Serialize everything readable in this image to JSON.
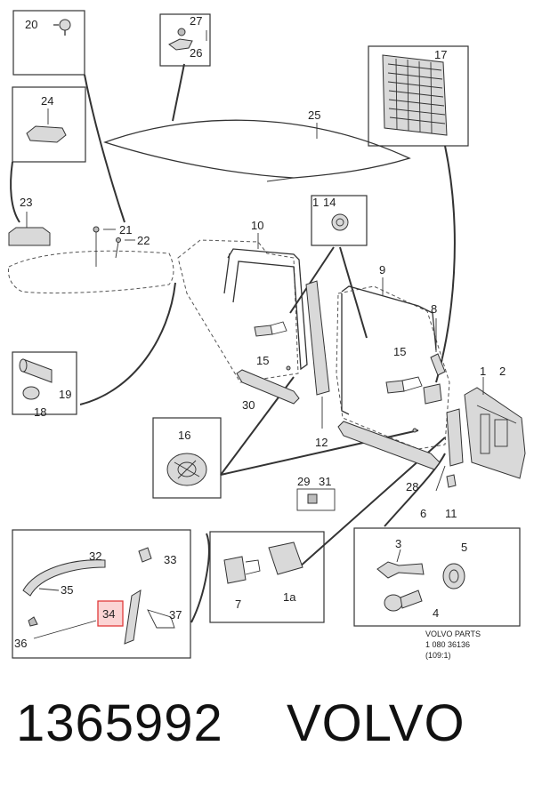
{
  "callouts": {
    "c1": "1",
    "c2": "2",
    "c3": "3",
    "c4": "4",
    "c5": "5",
    "c6": "6",
    "c7": "7",
    "c8": "8",
    "c9": "9",
    "c10": "10",
    "c11": "11",
    "c12": "12",
    "c14": "14",
    "c15a": "15",
    "c15b": "15",
    "c16": "16",
    "c17": "17",
    "c18": "18",
    "c19": "19",
    "c20": "20",
    "c21": "21",
    "c22": "22",
    "c23": "23",
    "c24": "24",
    "c25": "25",
    "c26": "26",
    "c27": "27",
    "c28": "28",
    "c29": "29",
    "c30": "30",
    "c31": "31",
    "c32": "32",
    "c33": "33",
    "c34": "34",
    "c35": "35",
    "c36": "36",
    "c37": "37",
    "c1a": "1a",
    "c114": "1"
  },
  "highlight_color": "#e03a3a",
  "stamp": {
    "line1": "VOLVO PARTS",
    "line2": "1 080  36136",
    "line3": "(109:1)"
  },
  "footer": {
    "part_number": "1365992",
    "brand": "VOLVO"
  }
}
